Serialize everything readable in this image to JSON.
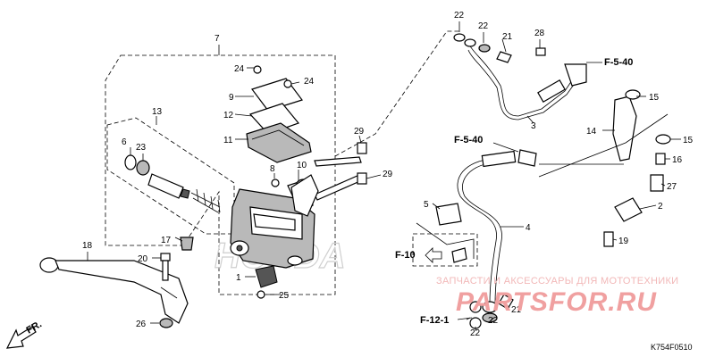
{
  "callouts": {
    "c1": "1",
    "c2": "2",
    "c3": "3",
    "c4": "4",
    "c5": "5",
    "c6": "6",
    "c7": "7",
    "c8": "8",
    "c9": "9",
    "c10": "10",
    "c11": "11",
    "c12": "12",
    "c13": "13",
    "c14": "14",
    "c15a": "15",
    "c15b": "15",
    "c16": "16",
    "c17": "17",
    "c18": "18",
    "c19": "19",
    "c20": "20",
    "c21a": "21",
    "c21b": "21",
    "c22a": "22",
    "c22b": "22",
    "c22c": "22",
    "c22d": "22",
    "c23": "23",
    "c24a": "24",
    "c24b": "24",
    "c25": "25",
    "c26": "26",
    "c27": "27",
    "c28": "28",
    "c29a": "29",
    "c29b": "29"
  },
  "references": {
    "f540_top": "F-5-40",
    "f540_mid": "F-5-40",
    "f10": "F-10",
    "f121": "F-12-1"
  },
  "watermark": {
    "line1": "ЗАПЧАСТИ И АКСЕССУАРЫ ДЛЯ МОТОТЕХНИКИ",
    "line2": "PARTSFOR.RU"
  },
  "brand_mark": "HONDA",
  "direction_label": "FR.",
  "diagram_code": "K754F0510"
}
